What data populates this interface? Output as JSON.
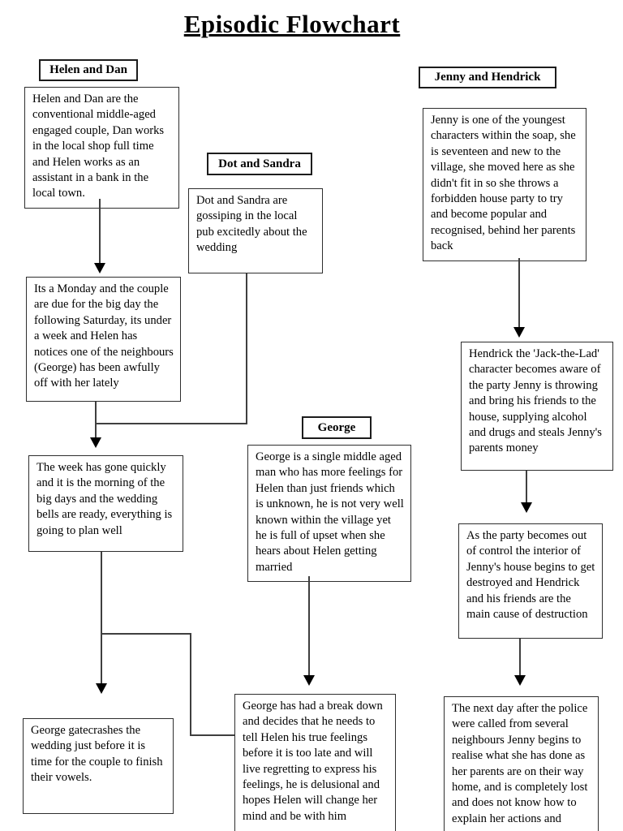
{
  "title": "Episodic Flowchart",
  "headers": {
    "helen_dan": "Helen and Dan",
    "jenny_hendrick": "Jenny and Hendrick",
    "dot_sandra": "Dot and Sandra",
    "george": "George"
  },
  "boxes": {
    "helen_dan_intro": "Helen and Dan are the conventional middle-aged engaged couple, Dan works in the local shop full time and Helen works as an assistant in a bank in the local town.",
    "jenny_intro": "Jenny is one of the youngest characters within the soap, she is seventeen and new to the village, she moved here as she didn't fit in so she throws a forbidden house party to try and become popular and recognised, behind her parents back",
    "dot_sandra_gossip": "Dot and Sandra are gossiping in the local pub excitedly about the wedding",
    "monday_week": "Its a Monday and the couple are due for the big day the following Saturday, its under a week and Helen has notices one of the neighbours (George) has been awfully off with her lately",
    "hendrick_party": "Hendrick the 'Jack-the-Lad' character becomes aware of the party Jenny is throwing and bring his friends to the house, supplying alcohol and drugs and steals Jenny's parents money",
    "week_gone": "The week has gone quickly and it is the morning of the big days and the wedding bells are ready, everything is going to plan well",
    "george_desc": "George is a single middle aged man who has more feelings for Helen than just friends which is unknown, he is not very well known within the village yet he is full of upset when she hears about Helen getting married",
    "party_out_of_control": "As the party becomes out of control the interior of Jenny's house begins to get destroyed and Hendrick and his friends are the main cause of destruction",
    "george_gatecrash": "George gatecrashes the wedding just before it is time for the couple to finish their vowels.",
    "george_breakdown": "George has had a break down and decides that he needs to tell Helen his true feelings before it is too late and will live regretting to express his feelings, he is delusional and hopes Helen will change her mind and be with him",
    "next_day": "The next day after the police were called from several neighbours Jenny begins to realise what she has done as her parents are on their way home, and is completely lost and does not know how to explain her actions and"
  }
}
